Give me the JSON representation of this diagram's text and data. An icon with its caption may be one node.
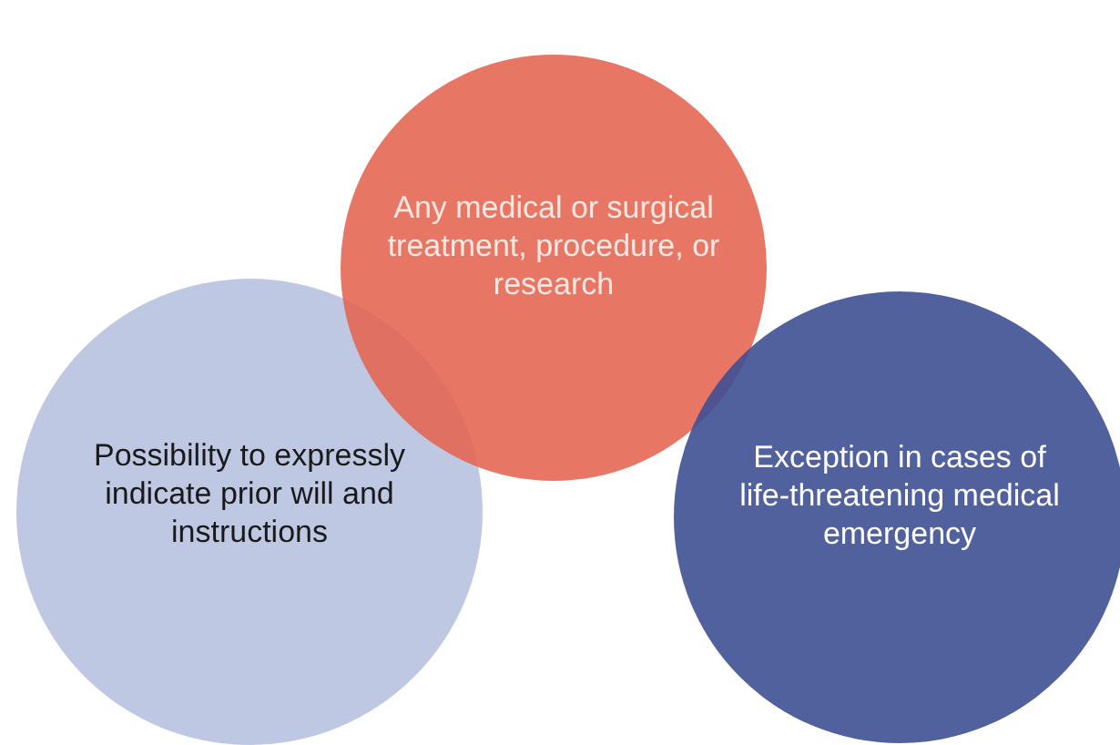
{
  "diagram": {
    "nodes": [
      {
        "text": [
          "Any medical or surgical treatment, procedure, or research"
        ]
      },
      {
        "text": [
          "Possibility to expressly indicate prior will and instructions"
        ]
      },
      {
        "text": [
          "Exception in cases of life-threatening medical emergency"
        ]
      }
    ],
    "edges": []
  }
}
